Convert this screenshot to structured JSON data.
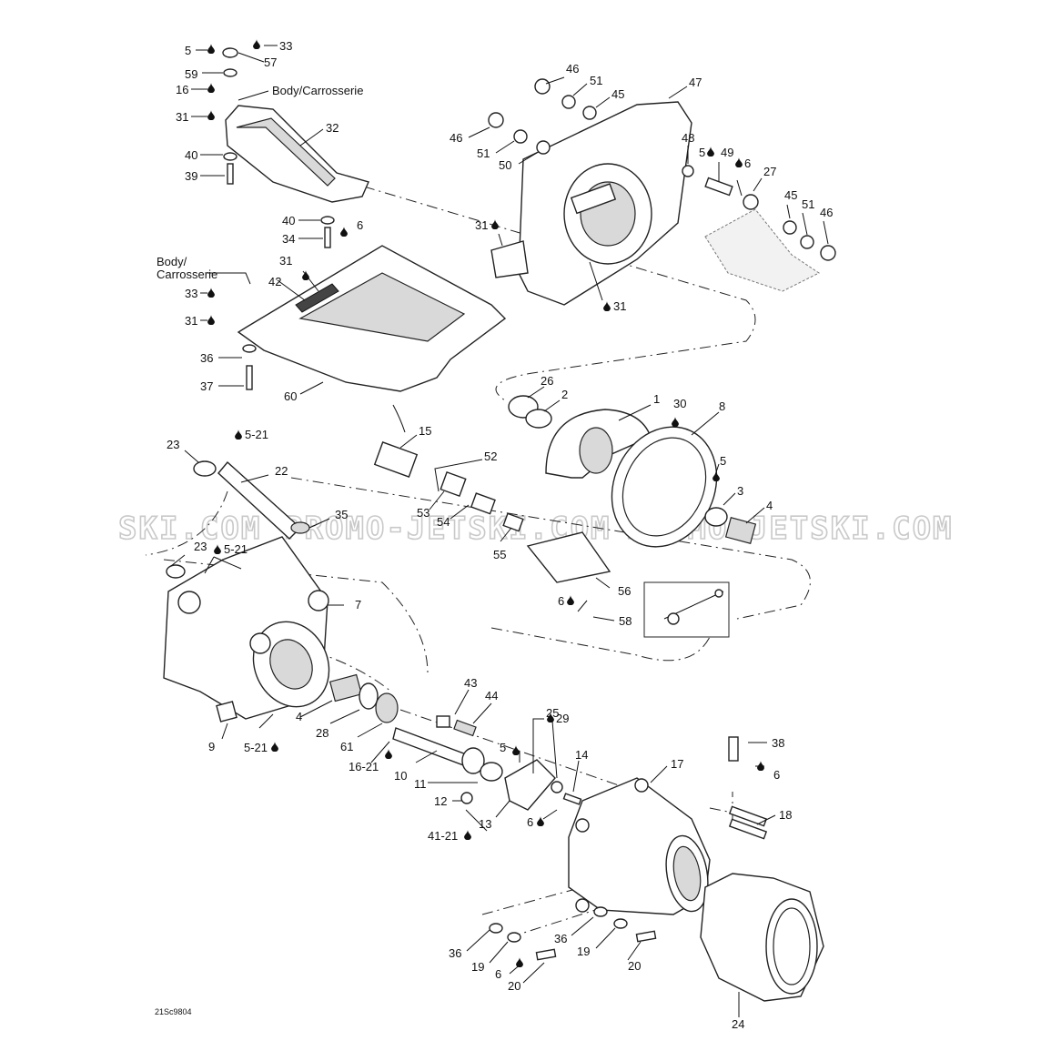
{
  "watermark": {
    "left": "SKI.COM",
    "center": "PROMO-JETSKI.COM",
    "right": "PROMO-JETSKI.COM"
  },
  "figure_code": "21Sc9804",
  "callouts": {
    "c1": "5",
    "c2": "33",
    "c3": "57",
    "c4": "59",
    "c5": "16",
    "c6": "Body/Carrosserie",
    "c7": "31",
    "c8": "32",
    "c9": "40",
    "c10": "39",
    "c11": "40",
    "c12": "34",
    "c13": "6",
    "c14": "31",
    "c15": "Body/",
    "c16": "Carrosserie",
    "c17": "42",
    "c18": "33",
    "c19": "31",
    "c20": "36",
    "c21": "37",
    "c22": "60",
    "c23": "46",
    "c24": "51",
    "c25": "45",
    "c26": "47",
    "c27": "46",
    "c28": "51",
    "c29": "50",
    "c30": "48",
    "c31": "5",
    "c32": "49",
    "c33": "6",
    "c34": "27",
    "c35": "45",
    "c36": "51",
    "c37": "46",
    "c38": "31",
    "c39": "31",
    "c40": "26",
    "c41": "2",
    "c42": "1",
    "c43": "30",
    "c44": "8",
    "c45": "5",
    "c46": "3",
    "c47": "4",
    "c48": "23",
    "c49": "5-21",
    "c50": "22",
    "c51": "15",
    "c52": "52",
    "c53": "53",
    "c54": "54",
    "c55": "35",
    "c56": "55",
    "c57": "23",
    "c58": "5-21",
    "c59": "56",
    "c60": "6",
    "c61": "58",
    "c62": "7",
    "c63": "43",
    "c64": "44",
    "c65": "29",
    "c66": "5",
    "c67": "25",
    "c68": "14",
    "c69": "4",
    "c70": "28",
    "c71": "61",
    "c72": "9",
    "c73": "5-21",
    "c74": "16-21",
    "c75": "10",
    "c76": "11",
    "c77": "12",
    "c78": "13",
    "c79": "6",
    "c80": "41-21",
    "c81": "17",
    "c82": "38",
    "c83": "6",
    "c84": "18",
    "c85": "36",
    "c86": "19",
    "c87": "6",
    "c88": "20",
    "c89": "36",
    "c90": "19",
    "c91": "20",
    "c92": "24"
  },
  "icons": {
    "drop": "adhesive-drop-icon"
  }
}
